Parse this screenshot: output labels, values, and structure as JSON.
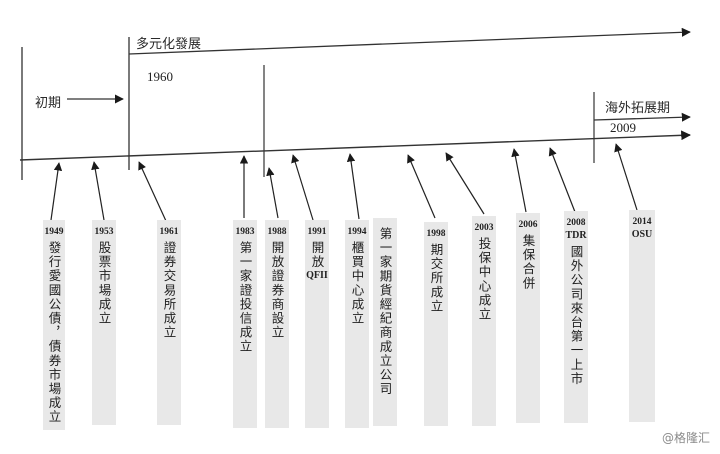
{
  "periods": {
    "early": {
      "label": "初期"
    },
    "diversified": {
      "label": "多元化發展",
      "year": "1960"
    },
    "overseas": {
      "label": "海外拓展期",
      "year": "2009"
    }
  },
  "events": [
    {
      "year": "1949",
      "sub": "",
      "text": "發行愛國公債，債券市場成立"
    },
    {
      "year": "1953",
      "sub": "",
      "text": "股票市場成立"
    },
    {
      "year": "1961",
      "sub": "",
      "text": "證券交易所成立"
    },
    {
      "year": "1983",
      "sub": "",
      "text": "第一家證投信成立"
    },
    {
      "year": "1988",
      "sub": "",
      "text": "開放證券商設立"
    },
    {
      "year": "1991",
      "sub": "QFII",
      "text": "開放"
    },
    {
      "year": "1994",
      "sub": "",
      "text": "櫃買中心成立"
    },
    {
      "year": "",
      "sub": "",
      "text": "第一家期貨經紀商成立公司"
    },
    {
      "year": "1998",
      "sub": "",
      "text": "期交所成立"
    },
    {
      "year": "2003",
      "sub": "",
      "text": "投保中心成立"
    },
    {
      "year": "2006",
      "sub": "",
      "text": "集保合併"
    },
    {
      "year": "2008",
      "sub": "TDR",
      "text": "國外公司來台第一上市"
    },
    {
      "year": "2014",
      "sub": "OSU",
      "text": ""
    }
  ],
  "watermark": "@格隆汇"
}
